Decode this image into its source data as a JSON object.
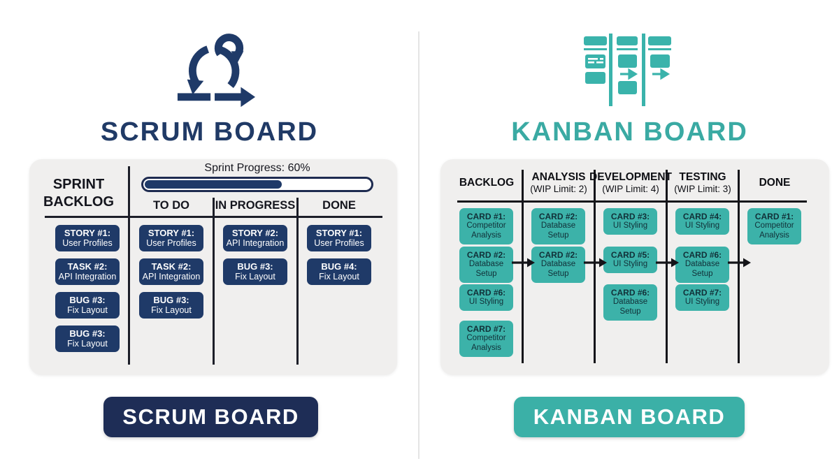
{
  "scrum": {
    "title": "SCRUM BOARD",
    "badge": "SCRUM BOARD",
    "backlog_header": "SPRINT BACKLOG",
    "progress": {
      "label": "Sprint Progress: 60%",
      "percent": 60
    },
    "backlog_cards": [
      {
        "title": "STORY #1:",
        "subtitle": "User Profiles"
      },
      {
        "title": "TASK #2:",
        "subtitle": "API Integration"
      },
      {
        "title": "BUG #3:",
        "subtitle": "Fix Layout"
      },
      {
        "title": "BUG #3:",
        "subtitle": "Fix Layout"
      }
    ],
    "columns": [
      {
        "header": "TO DO",
        "cards": [
          {
            "title": "STORY #1:",
            "subtitle": "User Profiles"
          },
          {
            "title": "TASK #2:",
            "subtitle": "API Integration"
          },
          {
            "title": "BUG #3:",
            "subtitle": "Fix Layout"
          }
        ]
      },
      {
        "header": "IN PROGRESS",
        "cards": [
          {
            "title": "STORY #2:",
            "subtitle": "API Integration"
          },
          {
            "title": "BUG #3:",
            "subtitle": "Fix Layout"
          }
        ]
      },
      {
        "header": "DONE",
        "cards": [
          {
            "title": "STORY #1:",
            "subtitle": "User Profiles"
          },
          {
            "title": "BUG #4:",
            "subtitle": "Fix Layout"
          }
        ]
      }
    ],
    "colors": {
      "card": "#1f3a68",
      "badge": "#1e2d56",
      "title": "#203a66"
    }
  },
  "kanban": {
    "title": "KANBAN BOARD",
    "badge": "KANBAN BOARD",
    "columns": [
      {
        "header": "BACKLOG",
        "wip": "",
        "cards": [
          {
            "title": "CARD #1:",
            "subtitle": "Competitor Analysis"
          },
          {
            "title": "CARD #2:",
            "subtitle": "Database Setup"
          },
          {
            "title": "CARD #6:",
            "subtitle": "UI Styling"
          },
          {
            "title": "CARD #7:",
            "subtitle": "Competitor Analysis"
          }
        ]
      },
      {
        "header": "ANALYSIS",
        "wip": "(WIP Limit: 2)",
        "cards": [
          {
            "title": "CARD #2:",
            "subtitle": "Database Setup"
          },
          {
            "title": "CARD #2:",
            "subtitle": "Database Setup"
          }
        ]
      },
      {
        "header": "DEVELOPMENT",
        "wip": "(WIP Limit: 4)",
        "cards": [
          {
            "title": "CARD #3:",
            "subtitle": "UI Styling"
          },
          {
            "title": "CARD #5:",
            "subtitle": "UI Styling"
          },
          {
            "title": "CARD #6:",
            "subtitle": "Database Setup"
          }
        ]
      },
      {
        "header": "TESTING",
        "wip": "(WIP Limit: 3)",
        "cards": [
          {
            "title": "CARD #4:",
            "subtitle": "UI Styling"
          },
          {
            "title": "CARD #6:",
            "subtitle": "Database Setup"
          },
          {
            "title": "CARD #7:",
            "subtitle": "UI Styling"
          }
        ]
      },
      {
        "header": "DONE",
        "wip": "",
        "cards": [
          {
            "title": "CARD #1:",
            "subtitle": "Competitor Analysis"
          }
        ]
      }
    ],
    "colors": {
      "card": "#3cb2a9",
      "badge": "#3bb0a7",
      "title": "#3aaaa3"
    }
  }
}
